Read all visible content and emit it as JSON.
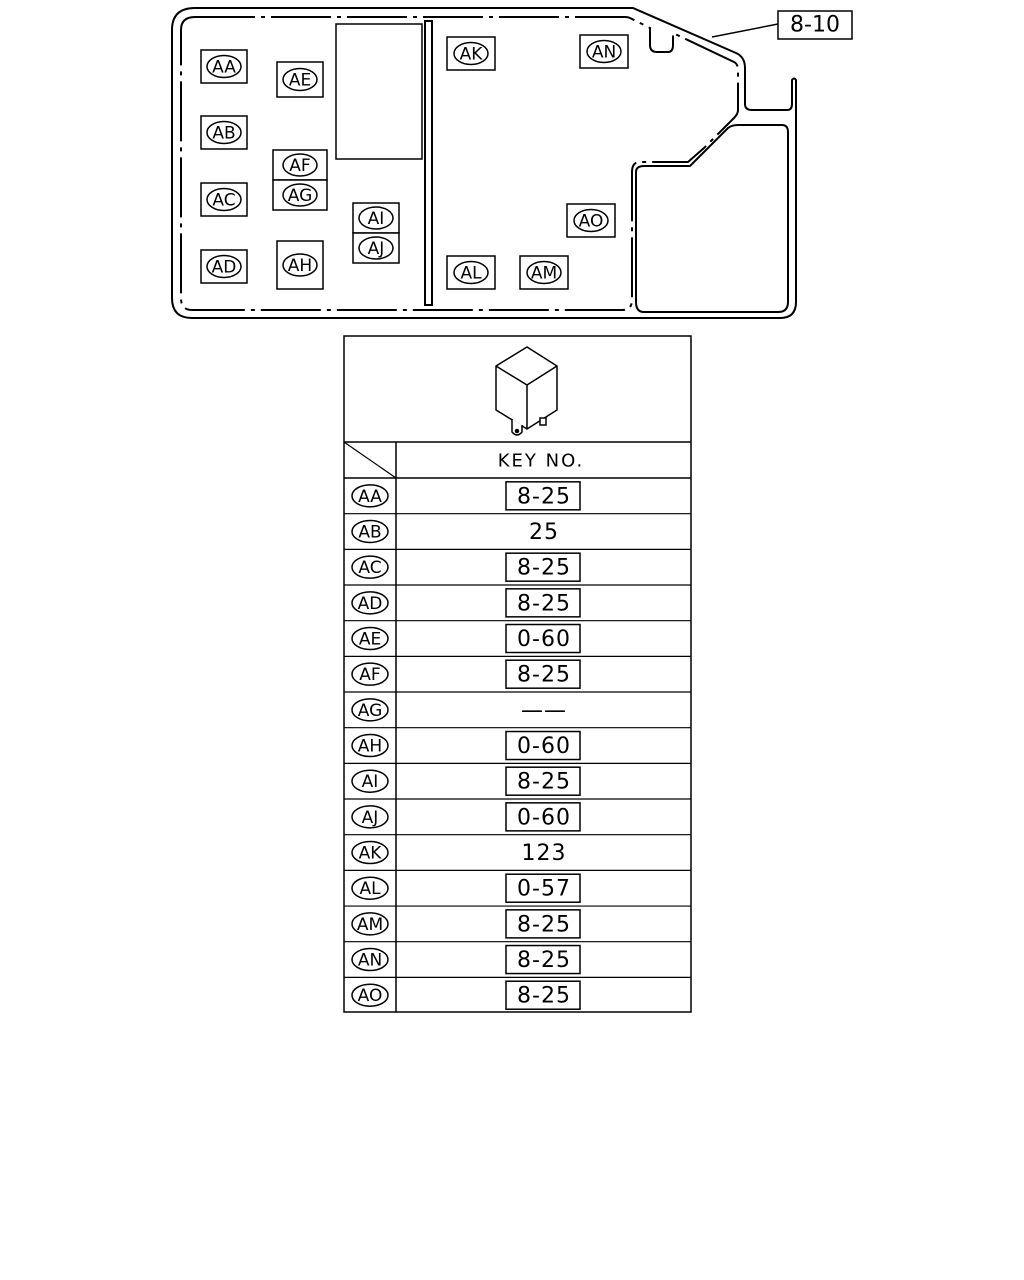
{
  "callout_ref": "8-10",
  "positions": [
    {
      "code": "AA"
    },
    {
      "code": "AB"
    },
    {
      "code": "AC"
    },
    {
      "code": "AD"
    },
    {
      "code": "AE"
    },
    {
      "code": "AF"
    },
    {
      "code": "AG"
    },
    {
      "code": "AH"
    },
    {
      "code": "AI"
    },
    {
      "code": "AJ"
    },
    {
      "code": "AK"
    },
    {
      "code": "AL"
    },
    {
      "code": "AM"
    },
    {
      "code": "AN"
    },
    {
      "code": "AO"
    }
  ],
  "table": {
    "header": "KEY NO.",
    "rows": [
      {
        "code": "AA",
        "key": "8-25",
        "boxed": true
      },
      {
        "code": "AB",
        "key": "25",
        "boxed": false
      },
      {
        "code": "AC",
        "key": "8-25",
        "boxed": true
      },
      {
        "code": "AD",
        "key": "8-25",
        "boxed": true
      },
      {
        "code": "AE",
        "key": "0-60",
        "boxed": true
      },
      {
        "code": "AF",
        "key": "8-25",
        "boxed": true
      },
      {
        "code": "AG",
        "key": "——",
        "boxed": false
      },
      {
        "code": "AH",
        "key": "0-60",
        "boxed": true
      },
      {
        "code": "AI",
        "key": "8-25",
        "boxed": true
      },
      {
        "code": "AJ",
        "key": "0-60",
        "boxed": true
      },
      {
        "code": "AK",
        "key": "123",
        "boxed": false
      },
      {
        "code": "AL",
        "key": "0-57",
        "boxed": true
      },
      {
        "code": "AM",
        "key": "8-25",
        "boxed": true
      },
      {
        "code": "AN",
        "key": "8-25",
        "boxed": true
      },
      {
        "code": "AO",
        "key": "8-25",
        "boxed": true
      }
    ]
  }
}
